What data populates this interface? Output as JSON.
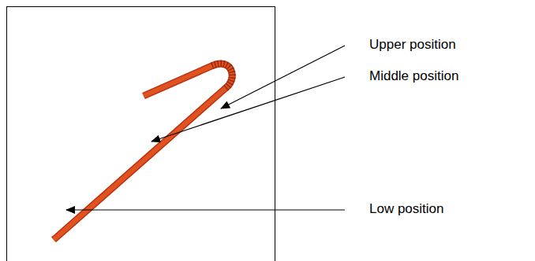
{
  "diagram": {
    "labels": [
      "Upper position",
      "Middle position",
      "Low position"
    ]
  }
}
